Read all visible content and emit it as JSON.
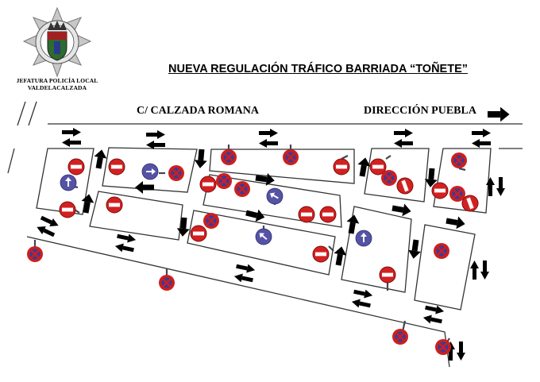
{
  "header": {
    "organization_line1": "JEFATURA POLICÍA LOCAL",
    "organization_line2": "VALDELACALZADA",
    "title": "NUEVA REGULACIÓN TRÁFICO BARRIADA “TOÑETE”"
  },
  "map": {
    "street_label": "C/ CALZADA ROMANA",
    "direction_label": "DIRECCIÓN PUEBLA",
    "colors": {
      "no_entry": "#d32020",
      "no_parking_red": "#cc1f1f",
      "no_parking_blue": "#3e3a95",
      "mandatory_blue": "#5553a6",
      "line": "#333333",
      "arrow": "#000000"
    },
    "sign_types": [
      "no-entry",
      "no-parking",
      "mandatory-direction"
    ],
    "arrow_types": [
      "one-way-arrow",
      "two-way-arrows"
    ]
  }
}
